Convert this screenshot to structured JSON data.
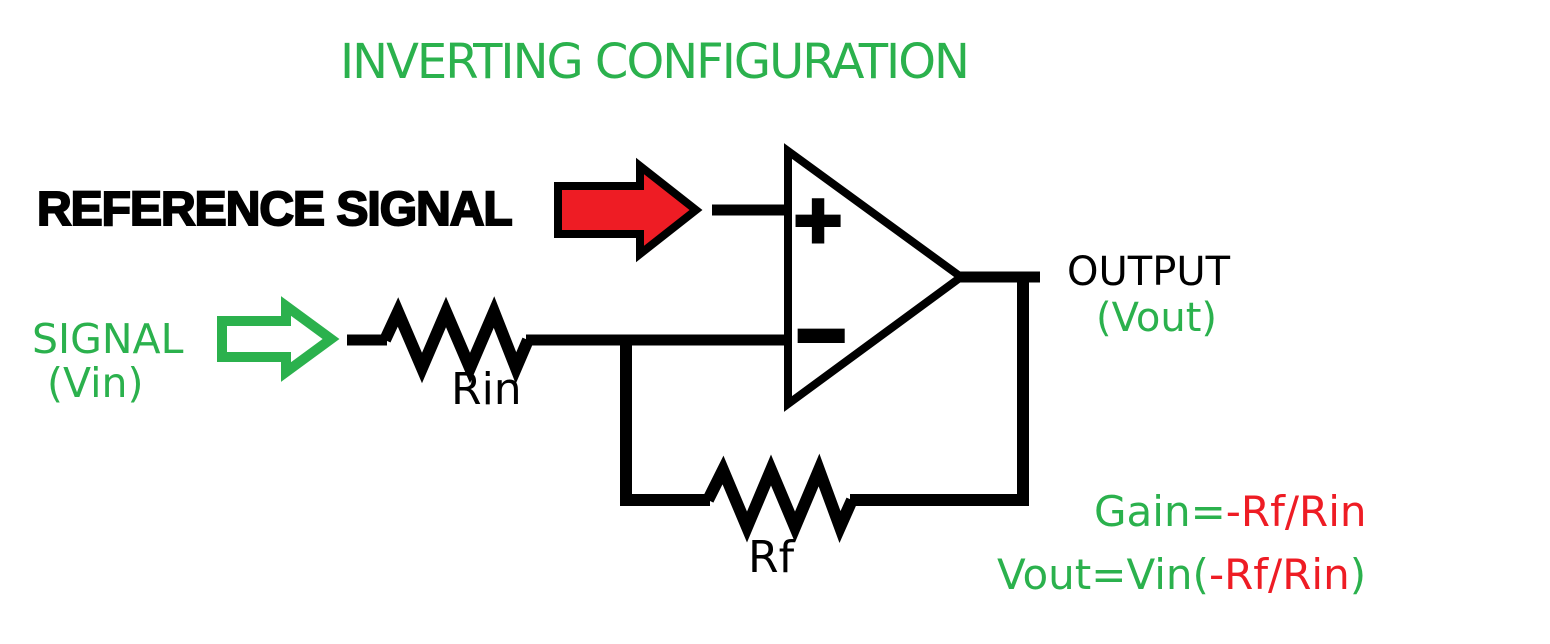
{
  "colors": {
    "green": "#2bb14d",
    "red": "#ee1c24",
    "black": "#000000"
  },
  "title": "INVERTING CONFIGURATION",
  "inputs": {
    "reference_label": "REFERENCE SIGNAL",
    "signal_label": "SIGNAL",
    "signal_sub": "(Vin)"
  },
  "opamp": {
    "plus": "+",
    "minus": "−"
  },
  "resistors": {
    "rin": "Rin",
    "rf": "Rf"
  },
  "output": {
    "label": "OUTPUT",
    "sub": "(Vout)"
  },
  "formulas": {
    "gain_lhs": "Gain=",
    "gain_rhs": "-Rf/Rin",
    "vout_lhs": "Vout=Vin(",
    "vout_mid": "-Rf/Rin",
    "vout_rhs": ")"
  }
}
